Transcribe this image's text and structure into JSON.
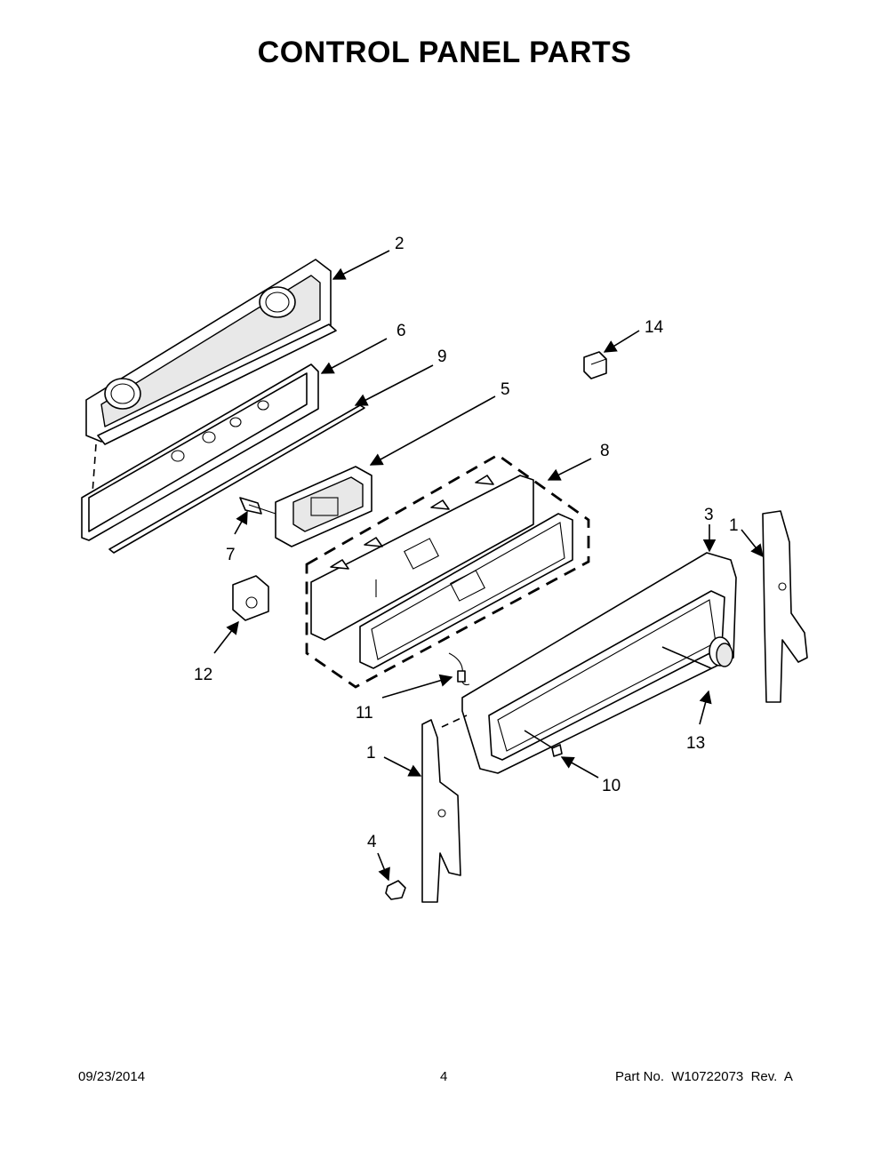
{
  "title": "CONTROL PANEL PARTS",
  "callouts": [
    "2",
    "6",
    "9",
    "5",
    "14",
    "8",
    "3",
    "1",
    "7",
    "12",
    "11",
    "13",
    "1",
    "10",
    "4"
  ],
  "footer": {
    "date": "09/23/2014",
    "page": "4",
    "part_number": "Part No.  W10722073  Rev.  A"
  }
}
